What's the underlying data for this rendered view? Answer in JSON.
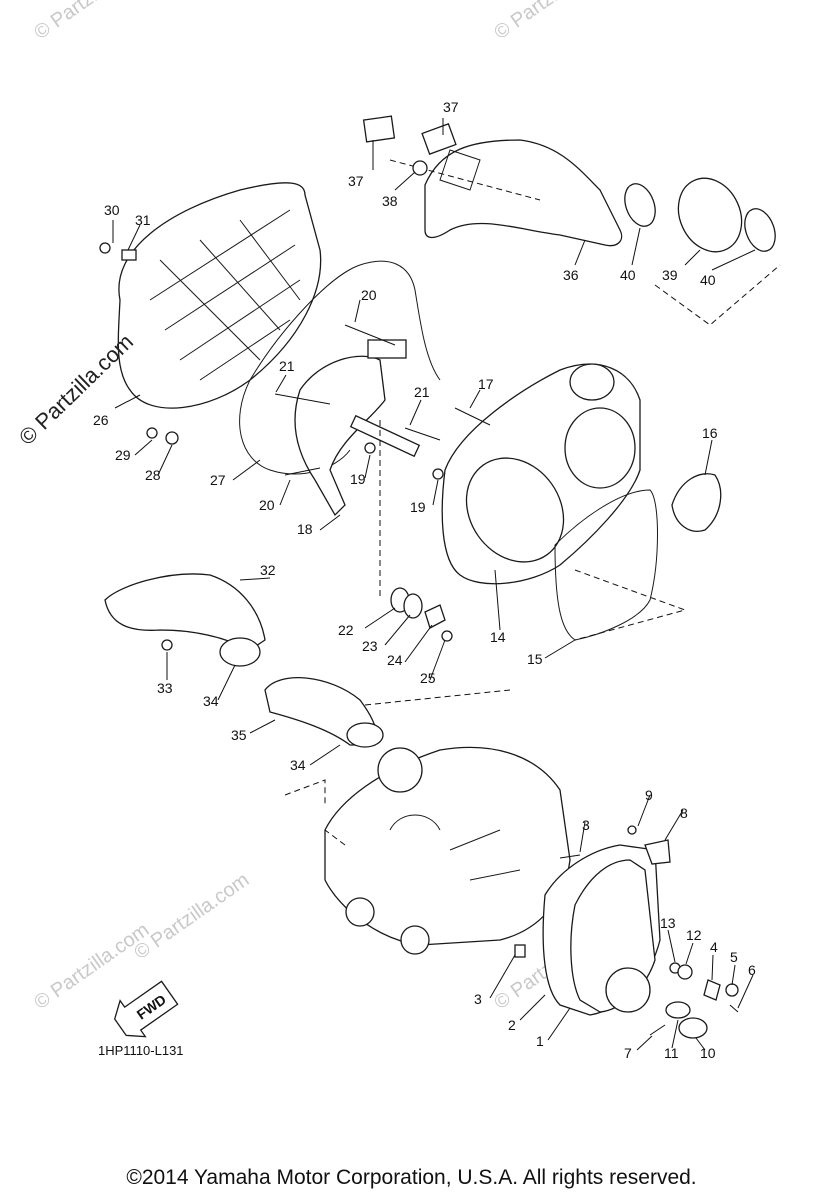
{
  "diagram_code": "1HP1110-L131",
  "copyright": "©2014  Yamaha Motor Corporation, U.S.A. All rights reserved.",
  "watermark_side": "© Partzilla.com",
  "watermark_faint": "© Partzilla.com",
  "fwd_label": "FWD",
  "callouts": {
    "c1": "1",
    "c2": "2",
    "c3a": "3",
    "c3b": "3",
    "c4": "4",
    "c5": "5",
    "c6": "6",
    "c7": "7",
    "c8": "8",
    "c9": "9",
    "c10": "10",
    "c11": "11",
    "c12": "12",
    "c13": "13",
    "c14": "14",
    "c15": "15",
    "c16": "16",
    "c17": "17",
    "c18": "18",
    "c19a": "19",
    "c19b": "19",
    "c20a": "20",
    "c20b": "20",
    "c21a": "21",
    "c21b": "21",
    "c22": "22",
    "c23": "23",
    "c24": "24",
    "c25": "25",
    "c26": "26",
    "c27": "27",
    "c28": "28",
    "c29": "29",
    "c30": "30",
    "c31": "31",
    "c32": "32",
    "c33": "33",
    "c34a": "34",
    "c34b": "34",
    "c35": "35",
    "c36": "36",
    "c37a": "37",
    "c37b": "37",
    "c38": "38",
    "c39": "39",
    "c40a": "40",
    "c40b": "40"
  }
}
